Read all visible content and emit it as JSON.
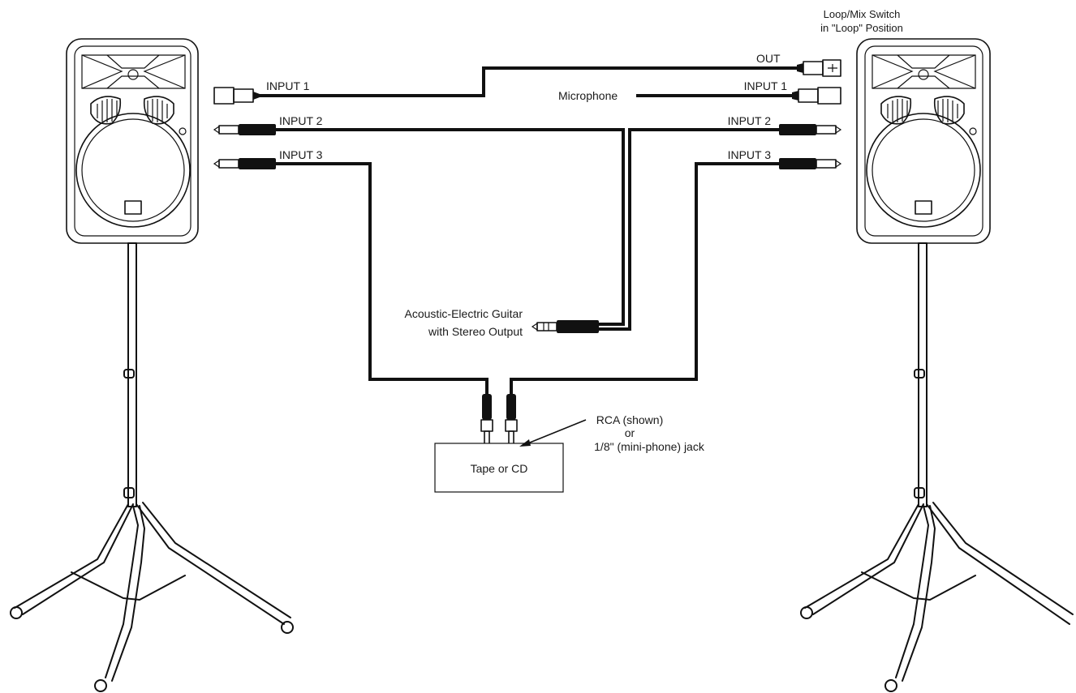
{
  "labels": {
    "switch_line1": "Loop/Mix Switch",
    "switch_line2": "in \"Loop\" Position",
    "out": "OUT",
    "left_input1": "INPUT 1",
    "left_input2": "INPUT 2",
    "left_input3": "INPUT 3",
    "right_input1": "INPUT 1",
    "right_input2": "INPUT 2",
    "right_input3": "INPUT 3",
    "microphone": "Microphone",
    "guitar_line1": "Acoustic-Electric Guitar",
    "guitar_line2": "with Stereo Output",
    "rca_line1": "RCA (shown)",
    "rca_line2": "or",
    "rca_line3": "1/8\" (mini-phone) jack",
    "tape_cd": "Tape or CD"
  }
}
